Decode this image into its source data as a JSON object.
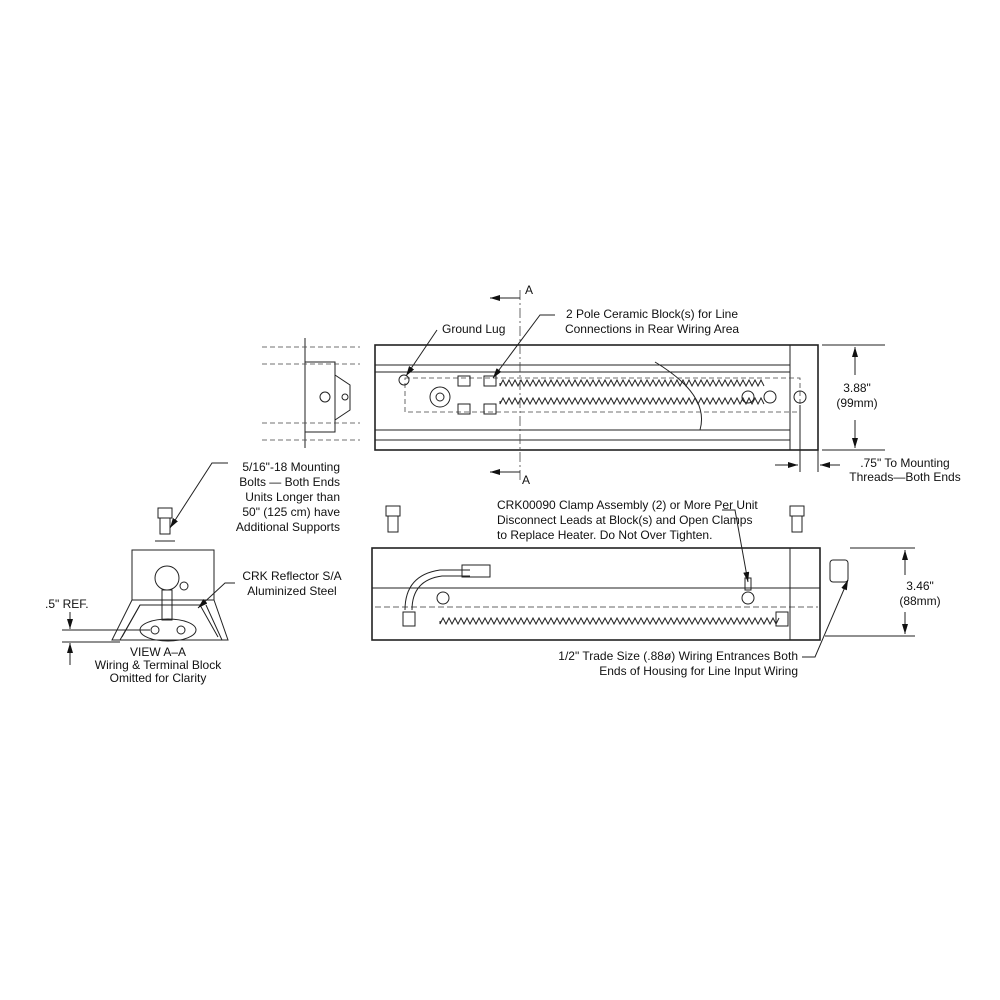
{
  "section_marker": "A",
  "top_view": {
    "ground_lug": "Ground Lug",
    "ceramic_block": [
      "2 Pole Ceramic Block(s) for Line",
      "Connections in Rear Wiring Area"
    ],
    "height_dim": [
      "3.88\"",
      "(99mm)"
    ],
    "mount_dim": [
      ".75\" To Mounting",
      "Threads—Both Ends"
    ]
  },
  "view_aa": {
    "bolts": [
      "5/16\"-18 Mounting",
      "Bolts — Both Ends",
      "Units Longer than",
      "50\" (125 cm) have",
      "Additional Supports"
    ],
    "reflector": [
      "CRK Reflector S/A",
      "Aluminized Steel"
    ],
    "ref_dim": ".5\" REF.",
    "caption": [
      "VIEW A–A",
      "Wiring & Terminal Block",
      "Omitted for Clarity"
    ]
  },
  "side_view": {
    "clamp": [
      "CRK00090 Clamp Assembly (2) or More Per Unit",
      "Disconnect Leads at Block(s) and Open Clamps",
      "to Replace Heater. Do Not Over Tighten."
    ],
    "wiring": [
      "1/2\" Trade Size (.88ø) Wiring Entrances Both",
      "Ends of Housing for Line Input Wiring"
    ],
    "height_dim": [
      "3.46\"",
      "(88mm)"
    ]
  }
}
